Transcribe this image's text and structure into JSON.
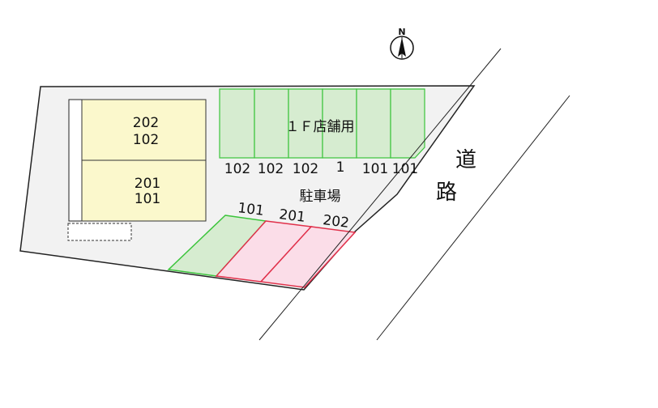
{
  "compass": {
    "label": "N",
    "icon": "north-arrow-icon"
  },
  "building": {
    "upper_unit": {
      "top": "202",
      "bottom": "102"
    },
    "lower_unit": {
      "top": "201",
      "bottom": "101"
    }
  },
  "shop_parking": {
    "label": "１Ｆ店舗用",
    "space_numbers": [
      "102",
      "102",
      "102",
      "1",
      "101",
      "101"
    ]
  },
  "parking_lot_label": "駐車場",
  "angled_parking": {
    "spaces": [
      {
        "number": "101",
        "color": "#d6ecd0",
        "border": "#3bc43b"
      },
      {
        "number": "201",
        "color": "#fbdde8",
        "border": "#e0304a"
      },
      {
        "number": "202",
        "color": "#fbdde8",
        "border": "#e0304a"
      }
    ]
  },
  "road_label": {
    "line1": "道",
    "line2": "路"
  },
  "colors": {
    "lot": "#f2f2f2",
    "building": "#fbf8cc",
    "shop_parking_fill": "#d6ecd0",
    "shop_parking_border": "#3bc43b"
  }
}
